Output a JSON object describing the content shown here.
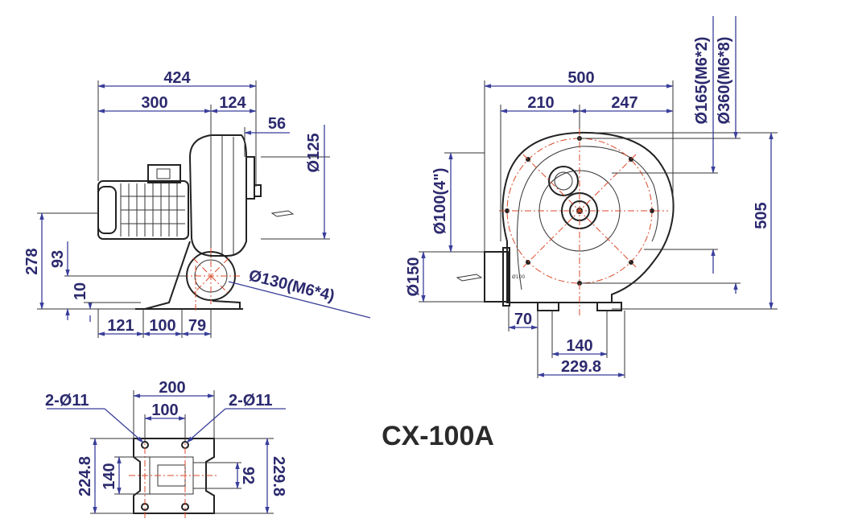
{
  "model": "CX-100A",
  "side_view": {
    "overall_length": "424",
    "motor_length": "300",
    "housing_length": "124",
    "flange_offset": "56",
    "outlet_diameter": "Ø125",
    "overall_height": "278",
    "inlet_center_height": "93",
    "base_height": "10",
    "base_dims": [
      "121",
      "100",
      "79"
    ],
    "inlet_flange": "Ø130(M6*4)"
  },
  "front_view": {
    "overall_width": "500",
    "left_width": "210",
    "right_width": "247",
    "bolt_circle_small": "Ø165(M6*2)",
    "bolt_circle_large": "Ø360(M6*8)",
    "inlet_diameter": "Ø100(4\")",
    "outlet_height": "Ø150",
    "overall_height": "505",
    "outlet_offset": "70",
    "base_inner": "140",
    "base_outer": "229.8",
    "tiny_marks": [
      "Ø100"
    ]
  },
  "base_view": {
    "outer_width": "200",
    "inner_width": "100",
    "hole_left": "2-Ø11",
    "hole_right": "2-Ø11",
    "outer_depth_left": "224.8",
    "inner_depth_left": "140",
    "inner_depth_right": "92",
    "outer_depth_right": "229.8"
  },
  "colors": {
    "dimension": "#2c2a6e",
    "outline": "#222222",
    "centerline": "#d94a2b"
  }
}
